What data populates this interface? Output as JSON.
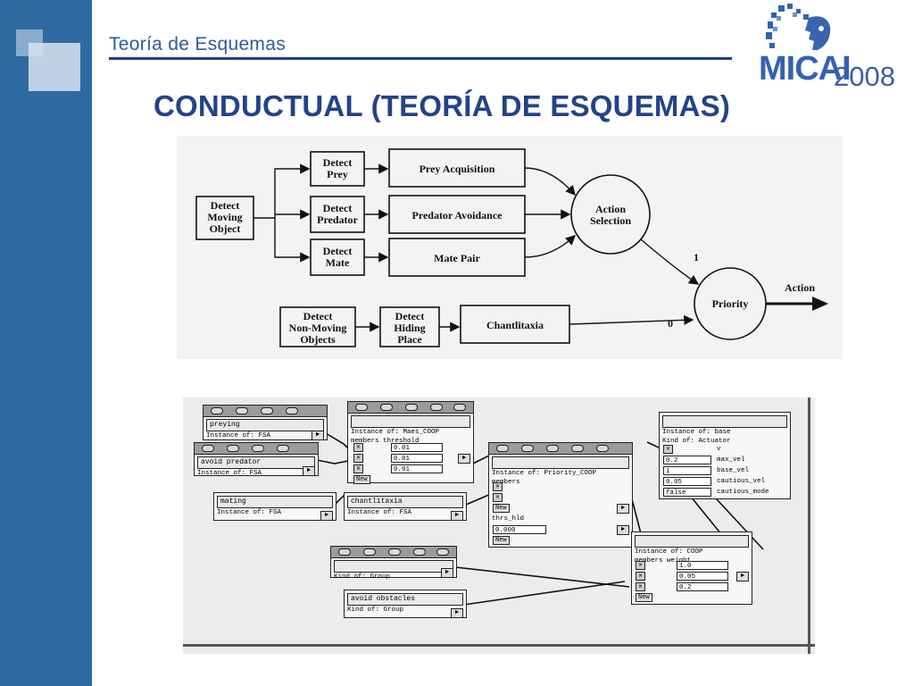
{
  "header": {
    "section": "Teoría de Esquemas",
    "title": "CONDUCTUAL (TEORÍA DE ESQUEMAS)"
  },
  "logo": {
    "text": "MICAI",
    "year": "2008"
  },
  "colors": {
    "sidebar": "#2e6aa1",
    "title": "#23428a",
    "rule": "#1f3f8a"
  },
  "diagram": {
    "nodes": {
      "detect_moving": [
        "Detect",
        "Moving",
        "Object"
      ],
      "detect_prey": [
        "Detect",
        "Prey"
      ],
      "detect_predator": [
        "Detect",
        "Predator"
      ],
      "detect_mate": [
        "Detect",
        "Mate"
      ],
      "prey_acquisition": "Prey Acquisition",
      "predator_avoidance": "Predator Avoidance",
      "mate_pair": "Mate Pair",
      "action_selection": [
        "Action",
        "Selection"
      ],
      "priority": "Priority",
      "action": "Action",
      "detect_non_moving": [
        "Detect",
        "Non-Moving",
        "Objects"
      ],
      "detect_hiding": [
        "Detect",
        "Hiding",
        "Place"
      ],
      "chantlitaxia": "Chantlitaxia",
      "label_1": "1",
      "label_0": "0"
    }
  },
  "screenshot": {
    "preying": {
      "name": "preying",
      "kind": "Instance of: FSA"
    },
    "avoid_predator": {
      "name": "avoid predator",
      "kind": "Instance of: FSA"
    },
    "mating": {
      "name": "mating",
      "kind": "Instance of: FSA"
    },
    "maes": {
      "kind": "Instance of: Maes_COOP",
      "header": "members threshold",
      "values": [
        "0.01",
        "0.01",
        "0.01"
      ],
      "new": "New"
    },
    "chantlitaxia": {
      "name": "chantlitaxia",
      "kind": "Instance of: FSA"
    },
    "priority": {
      "kind": "Instance of: Priority_COOP",
      "members": "members",
      "thrs": "thrs_hld",
      "thrs_value": "0.000",
      "new": "New"
    },
    "group1": {
      "kind": "Kind of: Group"
    },
    "avoid_obstacles": {
      "name": "avoid obstacles",
      "kind": "Kind of: Group"
    },
    "base": {
      "kind1": "Instance of: base",
      "kind2": "Kind of: Actuator",
      "v": "v",
      "rows": [
        {
          "value": "0.2",
          "label": "max_vel"
        },
        {
          "value": "1",
          "label": "base_vel"
        },
        {
          "value": "0.05",
          "label": "cautious_vel"
        },
        {
          "value": "false",
          "label": "cautious_mode"
        }
      ]
    },
    "coop": {
      "kind": "Instance of: COOP",
      "header": "members weight",
      "values": [
        "1.0",
        "0.05",
        "0.2"
      ],
      "new": "New"
    }
  }
}
